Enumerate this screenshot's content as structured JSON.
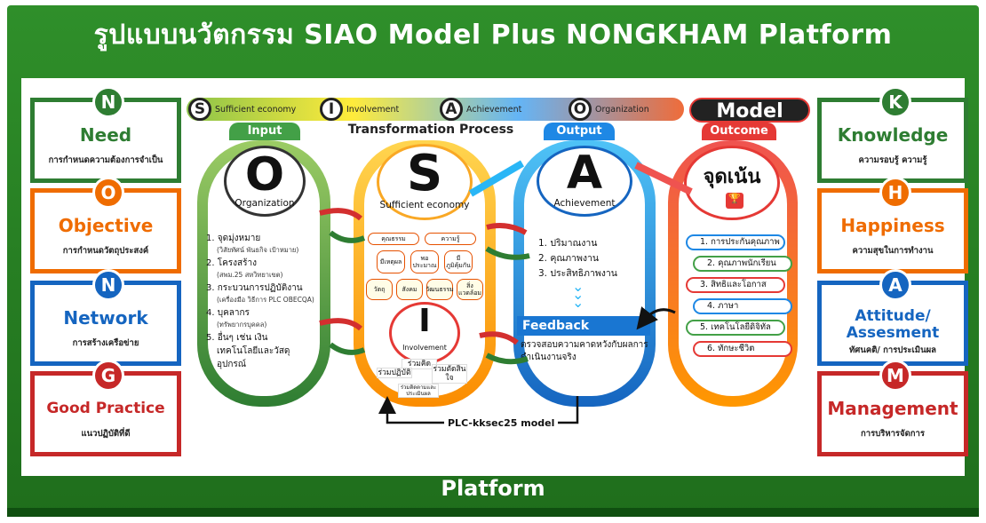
{
  "title": "รูปแบบนวัตกรรม SIAO Model Plus NONGKHAM Platform",
  "footer": "Platform",
  "left_cards": [
    {
      "letter": "N",
      "big": "Need",
      "small": "การกำหนดความต้องการจำเป็น",
      "color": "#2e7d32"
    },
    {
      "letter": "O",
      "big": "Objective",
      "small": "การกำหนดวัตถุประสงค์",
      "color": "#ef6c00"
    },
    {
      "letter": "N",
      "big": "Network",
      "small": "การสร้างเครือข่าย",
      "color": "#1565c0"
    },
    {
      "letter": "G",
      "big": "Good Practice",
      "small": "แนวปฏิบัติที่ดี",
      "color": "#c62828"
    }
  ],
  "right_cards": [
    {
      "letter": "K",
      "big": "Knowledge",
      "small": "ความรอบรู้ ความรู้",
      "color": "#2e7d32"
    },
    {
      "letter": "H",
      "big": "Happiness",
      "small": "ความสุขในการทำงาน",
      "color": "#ef6c00"
    },
    {
      "letter": "A",
      "big": "Attitude/ Assesment",
      "small": "ทัศนคติ/ การประเมินผล",
      "color": "#1565c0"
    },
    {
      "letter": "M",
      "big": "Management",
      "small": "การบริหารจัดการ",
      "color": "#c62828"
    }
  ],
  "banner": [
    {
      "letter": "S",
      "label": "Sufficient economy"
    },
    {
      "letter": "I",
      "label": "Involvement"
    },
    {
      "letter": "A",
      "label": "Achievement"
    },
    {
      "letter": "O",
      "label": "Organization"
    }
  ],
  "model_label": "Model",
  "columns": {
    "input": "Input",
    "process": "Transformation Process",
    "output": "Output",
    "outcome": "Outcome"
  },
  "input": {
    "letter": "O",
    "caption": "Organization",
    "items": [
      {
        "main": "1. จุดมุ่งหมาย",
        "sub": "(วิสัยทัศน์ พันธกิจ เป้าหมาย)"
      },
      {
        "main": "2. โครงสร้าง",
        "sub": "(สพม.25 สหวิทยาเขต)"
      },
      {
        "main": "3. กระบวนการปฏิบัติงาน",
        "sub": "(เครื่องมือ วิธีการ PLC OBECQA)"
      },
      {
        "main": "4. บุคลากร",
        "sub": "(ทรัพยากรบุคคล)"
      },
      {
        "main": "5. อื่นๆ เช่น เงิน",
        "sub": ""
      },
      {
        "main": "เทคโนโลยีและวัสดุ",
        "sub": ""
      },
      {
        "main": "อุปกรณ์",
        "sub": ""
      }
    ]
  },
  "process": {
    "letter": "S",
    "caption": "Sufficient economy",
    "chips_top": [
      "คุณธรรม",
      "ความรู้"
    ],
    "chips_mid": [
      "มีเหตุผล",
      "พอประมาณ",
      "มีภูมิคุ้มกัน"
    ],
    "chips_bottom": [
      "วัตถุ",
      "สังคม",
      "วัฒนธรรม",
      "สิ่งแวดล้อม"
    ],
    "inv_letter": "I",
    "inv_caption": "Involvement",
    "inv_labels": [
      "ร่วมคิด",
      "ร่วมปฏิบัติ",
      "ร่วมตัดสินใจ",
      "ร่วมติดตามและประเมินผล"
    ]
  },
  "output": {
    "letter": "A",
    "caption": "Achievement",
    "items": [
      "1. ปริมาณงาน",
      "2. คุณภาพงาน",
      "3. ประสิทธิภาพงาน"
    ],
    "feedback": "Feedback",
    "feedback_text": "ตรวจสอบความคาดหวังกับผลการดำเนินงานจริง"
  },
  "outcome": {
    "title": "จุดเน้น",
    "items": [
      "1. การประกันคุณภาพ",
      "2. คุณภาพนักเรียน",
      "3. สิทธิและโอกาส",
      "4. ภาษา",
      "5. เทคโนโลยีดิจิทัล",
      "6. ทักษะชีวิต"
    ],
    "colors": [
      "#1e88e5",
      "#43a047",
      "#e53935",
      "#1e88e5",
      "#43a047",
      "#e53935"
    ]
  },
  "plc_label": "PLC-kksec25 model"
}
